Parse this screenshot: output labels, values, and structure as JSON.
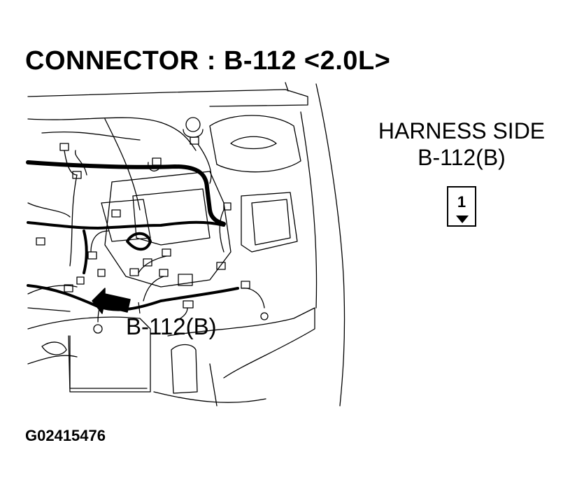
{
  "title": "CONNECTOR : B-112 <2.0L>",
  "harness": {
    "line1": "HARNESS SIDE",
    "line2": "B-112(B)"
  },
  "pin": {
    "number": "1"
  },
  "callout": "B-112(B)",
  "figure_code": "G02415476",
  "colors": {
    "line": "#000000",
    "background": "#ffffff"
  }
}
